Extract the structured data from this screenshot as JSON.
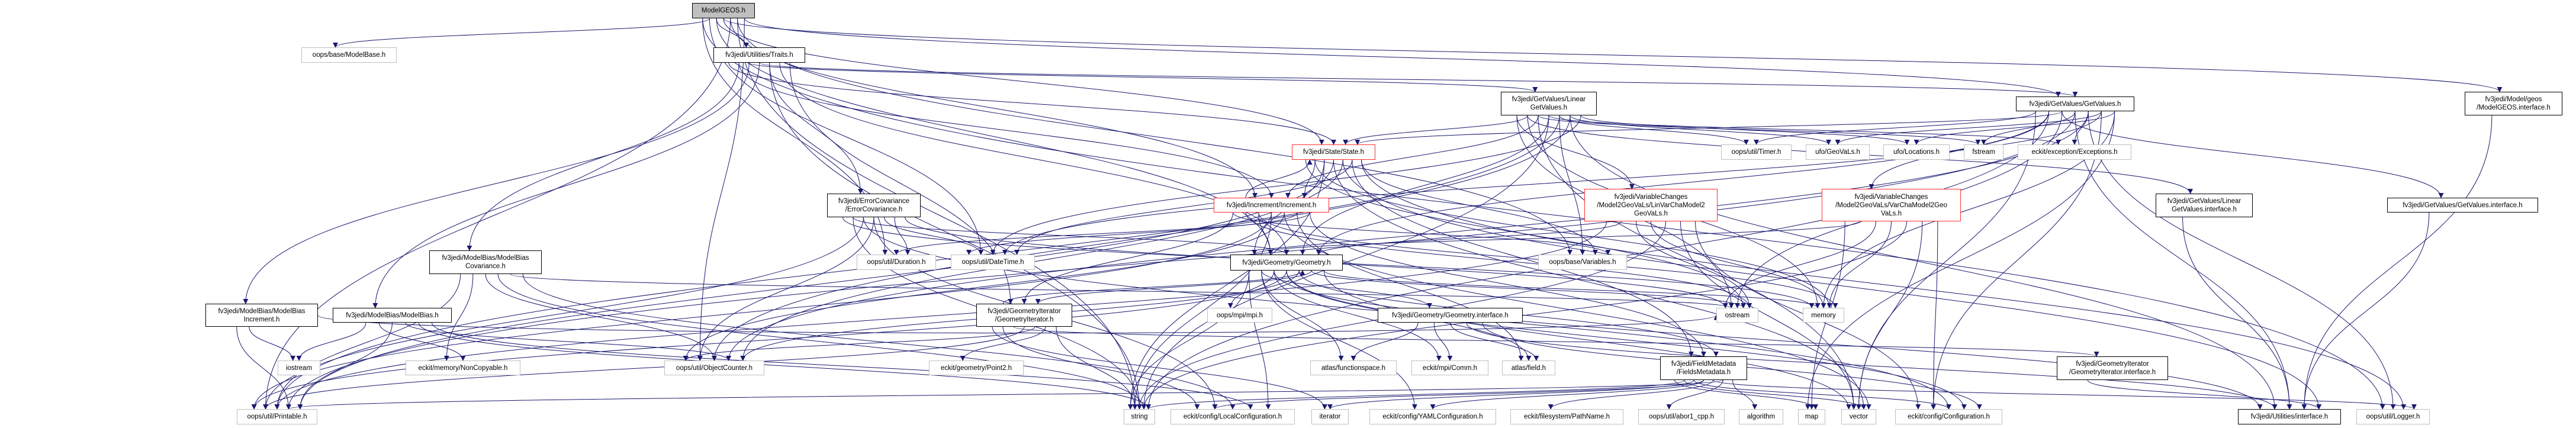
{
  "title": "ModelGEOS.h include dependency graph",
  "colors": {
    "edge": "#191970",
    "truncated": "#ff3030",
    "external": "#bfbfbf",
    "root_fill": "#bfbfbf"
  },
  "nodes": [
    {
      "id": "geos",
      "label": "ModelGEOS.h",
      "kind": "root"
    },
    {
      "id": "modelbase",
      "label": "oops/base/ModelBase.h",
      "kind": "external"
    },
    {
      "id": "traits",
      "label": "fv3jedi/Utilities/Traits.h",
      "kind": "documented"
    },
    {
      "id": "linget",
      "label": "fv3jedi/GetValues/Linear\nGetValues.h",
      "kind": "documented"
    },
    {
      "id": "getv",
      "label": "fv3jedi/GetValues/GetValues.h",
      "kind": "documented"
    },
    {
      "id": "geosif",
      "label": "fv3jedi/Model/geos\n/ModelGEOS.interface.h",
      "kind": "documented"
    },
    {
      "id": "state",
      "label": "fv3jedi/State/State.h",
      "kind": "truncated"
    },
    {
      "id": "incr",
      "label": "fv3jedi/Increment/Increment.h",
      "kind": "truncated"
    },
    {
      "id": "errcov",
      "label": "fv3jedi/ErrorCovariance\n/ErrorCovariance.h",
      "kind": "documented"
    },
    {
      "id": "biascov",
      "label": "fv3jedi/ModelBias/ModelBias\nCovariance.h",
      "kind": "documented"
    },
    {
      "id": "biasinc",
      "label": "fv3jedi/ModelBias/ModelBias\nIncrement.h",
      "kind": "documented"
    },
    {
      "id": "bias",
      "label": "fv3jedi/ModelBias/ModelBias.h",
      "kind": "documented"
    },
    {
      "id": "geom",
      "label": "fv3jedi/Geometry/Geometry.h",
      "kind": "documented"
    },
    {
      "id": "geoit",
      "label": "fv3jedi/GeometryIterator\n/GeometryIterator.h",
      "kind": "documented"
    },
    {
      "id": "geomif",
      "label": "fv3jedi/Geometry/Geometry.interface.h",
      "kind": "documented"
    },
    {
      "id": "lvc",
      "label": "fv3jedi/VariableChanges\n/Model2GeoVaLs/LinVarChaModel2\nGeoVaLs.h",
      "kind": "truncated"
    },
    {
      "id": "vc",
      "label": "fv3jedi/VariableChanges\n/Model2GeoVaLs/VarChaModel2Geo\nVaLs.h",
      "kind": "truncated"
    },
    {
      "id": "linif",
      "label": "fv3jedi/GetValues/Linear\nGetValues.interface.h",
      "kind": "documented"
    },
    {
      "id": "getvif",
      "label": "fv3jedi/GetValues/GetValues.interface.h",
      "kind": "documented"
    },
    {
      "id": "duration",
      "label": "oops/util/Duration.h",
      "kind": "external"
    },
    {
      "id": "datetime",
      "label": "oops/util/DateTime.h",
      "kind": "external"
    },
    {
      "id": "timer",
      "label": "oops/util/Timer.h",
      "kind": "external"
    },
    {
      "id": "geovals",
      "label": "ufo/GeoVaLs.h",
      "kind": "external"
    },
    {
      "id": "locations",
      "label": "ufo/Locations.h",
      "kind": "external"
    },
    {
      "id": "fstream",
      "label": "fstream",
      "kind": "external"
    },
    {
      "id": "exceptions",
      "label": "eckit/exception/Exceptions.h",
      "kind": "external"
    },
    {
      "id": "variables",
      "label": "oops/base/Variables.h",
      "kind": "external"
    },
    {
      "id": "mpi",
      "label": "oops/mpi/mpi.h",
      "kind": "external"
    },
    {
      "id": "ostream",
      "label": "ostream",
      "kind": "external"
    },
    {
      "id": "memory",
      "label": "memory",
      "kind": "external"
    },
    {
      "id": "iostream",
      "label": "iostream",
      "kind": "external"
    },
    {
      "id": "noncopy",
      "label": "eckit/memory/NonCopyable.h",
      "kind": "external"
    },
    {
      "id": "objcount",
      "label": "oops/util/ObjectCounter.h",
      "kind": "external"
    },
    {
      "id": "point2",
      "label": "eckit/geometry/Point2.h",
      "kind": "external"
    },
    {
      "id": "funcspace",
      "label": "atlas/functionspace.h",
      "kind": "external"
    },
    {
      "id": "comm",
      "label": "eckit/mpi/Comm.h",
      "kind": "external"
    },
    {
      "id": "field",
      "label": "atlas/field.h",
      "kind": "external"
    },
    {
      "id": "fieldsmeta",
      "label": "fv3jedi/FieldMetadata\n/FieldsMetadata.h",
      "kind": "documented"
    },
    {
      "id": "geoitif",
      "label": "fv3jedi/GeometryIterator\n/GeometryIterator.interface.h",
      "kind": "documented"
    },
    {
      "id": "printable",
      "label": "oops/util/Printable.h",
      "kind": "external"
    },
    {
      "id": "string",
      "label": "string",
      "kind": "external"
    },
    {
      "id": "localconf",
      "label": "eckit/config/LocalConfiguration.h",
      "kind": "external"
    },
    {
      "id": "iterator",
      "label": "iterator",
      "kind": "external"
    },
    {
      "id": "yaml",
      "label": "eckit/config/YAMLConfiguration.h",
      "kind": "external"
    },
    {
      "id": "pathname",
      "label": "eckit/filesystem/PathName.h",
      "kind": "external"
    },
    {
      "id": "abor1",
      "label": "oops/util/abor1_cpp.h",
      "kind": "external"
    },
    {
      "id": "algorithm",
      "label": "algorithm",
      "kind": "external"
    },
    {
      "id": "map",
      "label": "map",
      "kind": "external"
    },
    {
      "id": "vector",
      "label": "vector",
      "kind": "external"
    },
    {
      "id": "config",
      "label": "eckit/config/Configuration.h",
      "kind": "external"
    },
    {
      "id": "utilif",
      "label": "fv3jedi/Utilities/interface.h",
      "kind": "documented"
    },
    {
      "id": "logger",
      "label": "oops/util/Logger.h",
      "kind": "external"
    }
  ],
  "edges": [
    [
      "geos",
      "modelbase"
    ],
    [
      "geos",
      "traits"
    ],
    [
      "geos",
      "geosif"
    ],
    [
      "geos",
      "printable"
    ],
    [
      "geos",
      "string"
    ],
    [
      "geos",
      "objcount"
    ],
    [
      "geos",
      "duration"
    ],
    [
      "geos",
      "datetime"
    ],
    [
      "geos",
      "geom"
    ],
    [
      "geos",
      "state"
    ],
    [
      "geos",
      "incr"
    ],
    [
      "geos",
      "variables"
    ],
    [
      "geos",
      "getv"
    ],
    [
      "geos",
      "logger"
    ],
    [
      "traits",
      "biascov"
    ],
    [
      "traits",
      "biasinc"
    ],
    [
      "traits",
      "bias"
    ],
    [
      "traits",
      "errcov"
    ],
    [
      "traits",
      "geom"
    ],
    [
      "traits",
      "geoit"
    ],
    [
      "traits",
      "state"
    ],
    [
      "traits",
      "incr"
    ],
    [
      "traits",
      "linget"
    ],
    [
      "traits",
      "getv"
    ],
    [
      "traits",
      "string"
    ],
    [
      "linget",
      "state"
    ],
    [
      "linget",
      "incr"
    ],
    [
      "linget",
      "geom"
    ],
    [
      "linget",
      "timer"
    ],
    [
      "linget",
      "geovals"
    ],
    [
      "linget",
      "locations"
    ],
    [
      "linget",
      "lvc"
    ],
    [
      "linget",
      "linif"
    ],
    [
      "linget",
      "fstream"
    ],
    [
      "linget",
      "exceptions"
    ],
    [
      "linget",
      "printable"
    ],
    [
      "linget",
      "objcount"
    ],
    [
      "linget",
      "datetime"
    ],
    [
      "linget",
      "ostream"
    ],
    [
      "linget",
      "memory"
    ],
    [
      "linget",
      "vector"
    ],
    [
      "linget",
      "string"
    ],
    [
      "linget",
      "variables"
    ],
    [
      "linget",
      "utilif"
    ],
    [
      "getv",
      "geom"
    ],
    [
      "getv",
      "state"
    ],
    [
      "getv",
      "fstream"
    ],
    [
      "getv",
      "exceptions"
    ],
    [
      "getv",
      "geovals"
    ],
    [
      "getv",
      "locations"
    ],
    [
      "getv",
      "timer"
    ],
    [
      "getv",
      "vc"
    ],
    [
      "getv",
      "getvif"
    ],
    [
      "getv",
      "printable"
    ],
    [
      "getv",
      "objcount"
    ],
    [
      "getv",
      "datetime"
    ],
    [
      "getv",
      "memory"
    ],
    [
      "getv",
      "vector"
    ],
    [
      "getv",
      "string"
    ],
    [
      "getv",
      "ostream"
    ],
    [
      "getv",
      "utilif"
    ],
    [
      "getv",
      "logger"
    ],
    [
      "getv",
      "config"
    ],
    [
      "getv",
      "map"
    ],
    [
      "geosif",
      "utilif"
    ],
    [
      "state",
      "incr"
    ],
    [
      "state",
      "geom"
    ],
    [
      "state",
      "printable"
    ],
    [
      "state",
      "objcount"
    ],
    [
      "state",
      "datetime"
    ],
    [
      "state",
      "variables"
    ],
    [
      "state",
      "ostream"
    ],
    [
      "state",
      "memory"
    ],
    [
      "state",
      "string"
    ],
    [
      "state",
      "vector"
    ],
    [
      "state",
      "utilif"
    ],
    [
      "state",
      "fieldsmeta"
    ],
    [
      "state",
      "logger"
    ],
    [
      "incr",
      "state"
    ],
    [
      "incr",
      "geom"
    ],
    [
      "incr",
      "printable"
    ],
    [
      "incr",
      "objcount"
    ],
    [
      "incr",
      "datetime"
    ],
    [
      "incr",
      "duration"
    ],
    [
      "incr",
      "variables"
    ],
    [
      "incr",
      "ostream"
    ],
    [
      "incr",
      "memory"
    ],
    [
      "incr",
      "string"
    ],
    [
      "incr",
      "vector"
    ],
    [
      "incr",
      "field"
    ],
    [
      "incr",
      "fieldsmeta"
    ],
    [
      "incr",
      "geoit"
    ],
    [
      "errcov",
      "geom"
    ],
    [
      "errcov",
      "printable"
    ],
    [
      "errcov",
      "objcount"
    ],
    [
      "errcov",
      "datetime"
    ],
    [
      "errcov",
      "duration"
    ],
    [
      "errcov",
      "ostream"
    ],
    [
      "errcov",
      "memory"
    ],
    [
      "errcov",
      "string"
    ],
    [
      "errcov",
      "config"
    ],
    [
      "errcov",
      "localconf"
    ],
    [
      "biascov",
      "printable"
    ],
    [
      "biascov",
      "noncopy"
    ],
    [
      "biascov",
      "objcount"
    ],
    [
      "biascov",
      "string"
    ],
    [
      "biascov",
      "ostream"
    ],
    [
      "biascov",
      "localconf"
    ],
    [
      "biasinc",
      "printable"
    ],
    [
      "biasinc",
      "iostream"
    ],
    [
      "biasinc",
      "ostream"
    ],
    [
      "bias",
      "iostream"
    ],
    [
      "bias",
      "noncopy"
    ],
    [
      "bias",
      "printable"
    ],
    [
      "bias",
      "objcount"
    ],
    [
      "bias",
      "string"
    ],
    [
      "bias",
      "localconf"
    ],
    [
      "geom",
      "geomif"
    ],
    [
      "geom",
      "mpi"
    ],
    [
      "geom",
      "printable"
    ],
    [
      "geom",
      "objcount"
    ],
    [
      "geom",
      "ostream"
    ],
    [
      "geom",
      "memory"
    ],
    [
      "geom",
      "string"
    ],
    [
      "geom",
      "funcspace"
    ],
    [
      "geom",
      "comm"
    ],
    [
      "geom",
      "field"
    ],
    [
      "geom",
      "fieldsmeta"
    ],
    [
      "geom",
      "geoit"
    ],
    [
      "geom",
      "vector"
    ],
    [
      "geom",
      "localconf"
    ],
    [
      "geom",
      "yaml"
    ],
    [
      "geom",
      "utilif"
    ],
    [
      "geom",
      "config"
    ],
    [
      "geoit",
      "geom"
    ],
    [
      "geoit",
      "geoitif"
    ],
    [
      "geoit",
      "printable"
    ],
    [
      "geoit",
      "objcount"
    ],
    [
      "geoit",
      "point2"
    ],
    [
      "geoit",
      "string"
    ],
    [
      "geoit",
      "iterator"
    ],
    [
      "geoit",
      "localconf"
    ],
    [
      "geomif",
      "funcspace"
    ],
    [
      "geomif",
      "comm"
    ],
    [
      "geomif",
      "field"
    ],
    [
      "geomif",
      "utilif"
    ],
    [
      "geomif",
      "config"
    ],
    [
      "lvc",
      "geom"
    ],
    [
      "lvc",
      "ostream"
    ],
    [
      "lvc",
      "memory"
    ],
    [
      "lvc",
      "string"
    ],
    [
      "lvc",
      "vector"
    ],
    [
      "lvc",
      "config"
    ],
    [
      "lvc",
      "printable"
    ],
    [
      "vc",
      "geom"
    ],
    [
      "vc",
      "ostream"
    ],
    [
      "vc",
      "memory"
    ],
    [
      "vc",
      "string"
    ],
    [
      "vc",
      "vector"
    ],
    [
      "vc",
      "config"
    ],
    [
      "vc",
      "map"
    ],
    [
      "linif",
      "utilif"
    ],
    [
      "getvif",
      "utilif"
    ],
    [
      "geoitif",
      "utilif"
    ],
    [
      "fieldsmeta",
      "string"
    ],
    [
      "fieldsmeta",
      "iterator"
    ],
    [
      "fieldsmeta",
      "yaml"
    ],
    [
      "fieldsmeta",
      "pathname"
    ],
    [
      "fieldsmeta",
      "abor1"
    ],
    [
      "fieldsmeta",
      "algorithm"
    ],
    [
      "fieldsmeta",
      "map"
    ],
    [
      "fieldsmeta",
      "vector"
    ],
    [
      "fieldsmeta",
      "config"
    ],
    [
      "fieldsmeta",
      "localconf"
    ],
    [
      "fieldsmeta",
      "logger"
    ],
    [
      "fieldsmeta",
      "printable"
    ]
  ]
}
